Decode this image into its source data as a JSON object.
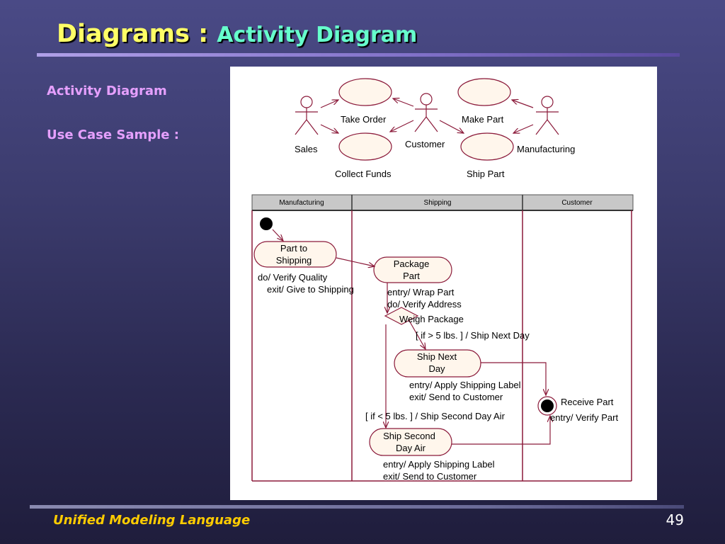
{
  "slide": {
    "title_main": "Diagrams",
    "title_sep": " : ",
    "title_sub": "Activity Diagram",
    "left_label_1": "Activity Diagram",
    "left_label_2": "Use Case Sample :",
    "footer": "Unified Modeling Language",
    "page_number": "49"
  },
  "use_case": {
    "actors": [
      "Sales",
      "Customer",
      "Manufacturing"
    ],
    "use_cases": [
      "Take Order",
      "Make Part",
      "Collect Funds",
      "Ship Part"
    ]
  },
  "activity": {
    "swimlanes": [
      "Manufacturing",
      "Shipping",
      "Customer"
    ],
    "part_to_shipping": {
      "line1": "Part to",
      "line2": "Shipping",
      "do": "do/ Verify Quality",
      "exit": "exit/ Give to Shipping"
    },
    "package_part": {
      "line1": "Package",
      "line2": "Part",
      "entry": "entry/ Wrap Part",
      "do": "do/ Verify Address"
    },
    "decision": {
      "label": "Weigh Package",
      "guard_heavy": "[ if > 5 lbs. ] / Ship Next Day",
      "guard_light": "[ if < 5 lbs. ] / Ship Second Day Air"
    },
    "ship_next_day": {
      "line1": "Ship Next",
      "line2": "Day",
      "entry": "entry/ Apply Shipping Label",
      "exit": "exit/ Send to Customer"
    },
    "ship_second_day": {
      "line1": "Ship Second",
      "line2": "Day Air",
      "entry": "entry/ Apply Shipping Label",
      "exit": "exit/ Send to Customer"
    },
    "receive_part": {
      "label": "Receive Part",
      "entry": "entry/ Verify Part"
    }
  },
  "colors": {
    "line": "#8b1a3a",
    "node_fill": "#fff6ec",
    "header_fill": "#c8c8c8",
    "title_yellow": "#ffff66",
    "title_green": "#66ffcc",
    "left_text": "#e6a0ff",
    "footer_text": "#ffcc00"
  }
}
